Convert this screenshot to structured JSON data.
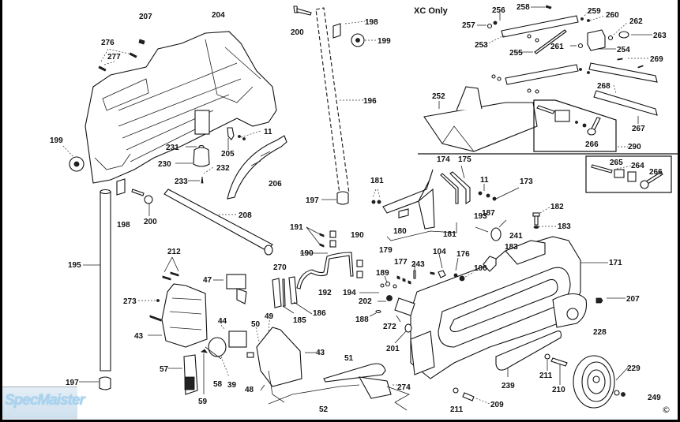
{
  "diagram": {
    "title_note": "XC Only",
    "watermark": "SpecMaister",
    "copyright_symbol": "©",
    "labels": [
      {
        "id": "207a",
        "text": "207"
      },
      {
        "id": "204",
        "text": "204"
      },
      {
        "id": "276",
        "text": "276"
      },
      {
        "id": "277",
        "text": "277"
      },
      {
        "id": "199a",
        "text": "199"
      },
      {
        "id": "11a",
        "text": "11"
      },
      {
        "id": "205",
        "text": "205"
      },
      {
        "id": "231",
        "text": "231"
      },
      {
        "id": "230",
        "text": "230"
      },
      {
        "id": "232",
        "text": "232"
      },
      {
        "id": "233",
        "text": "233"
      },
      {
        "id": "206",
        "text": "206"
      },
      {
        "id": "200a",
        "text": "200"
      },
      {
        "id": "198a",
        "text": "198"
      },
      {
        "id": "199b",
        "text": "199"
      },
      {
        "id": "196",
        "text": "196"
      },
      {
        "id": "197a",
        "text": "197"
      },
      {
        "id": "198b",
        "text": "198"
      },
      {
        "id": "200b",
        "text": "200"
      },
      {
        "id": "208",
        "text": "208"
      },
      {
        "id": "195",
        "text": "195"
      },
      {
        "id": "212",
        "text": "212"
      },
      {
        "id": "47",
        "text": "47"
      },
      {
        "id": "273",
        "text": "273"
      },
      {
        "id": "43a",
        "text": "43"
      },
      {
        "id": "44",
        "text": "44"
      },
      {
        "id": "50",
        "text": "50"
      },
      {
        "id": "49",
        "text": "49"
      },
      {
        "id": "57",
        "text": "57"
      },
      {
        "id": "58",
        "text": "58"
      },
      {
        "id": "39",
        "text": "39"
      },
      {
        "id": "48",
        "text": "48"
      },
      {
        "id": "59",
        "text": "59"
      },
      {
        "id": "197b",
        "text": "197"
      },
      {
        "id": "43b",
        "text": "43"
      },
      {
        "id": "51",
        "text": "51"
      },
      {
        "id": "52",
        "text": "52"
      },
      {
        "id": "274",
        "text": "274"
      },
      {
        "id": "191",
        "text": "191"
      },
      {
        "id": "190a",
        "text": "190"
      },
      {
        "id": "190b",
        "text": "190"
      },
      {
        "id": "270",
        "text": "270"
      },
      {
        "id": "192",
        "text": "192"
      },
      {
        "id": "185",
        "text": "185"
      },
      {
        "id": "186",
        "text": "186"
      },
      {
        "id": "181a",
        "text": "181"
      },
      {
        "id": "174",
        "text": "174"
      },
      {
        "id": "175",
        "text": "175"
      },
      {
        "id": "11b",
        "text": "11"
      },
      {
        "id": "173",
        "text": "173"
      },
      {
        "id": "180",
        "text": "180"
      },
      {
        "id": "181b",
        "text": "181"
      },
      {
        "id": "179",
        "text": "179"
      },
      {
        "id": "193",
        "text": "193"
      },
      {
        "id": "187",
        "text": "187"
      },
      {
        "id": "182",
        "text": "182"
      },
      {
        "id": "183a",
        "text": "183"
      },
      {
        "id": "241",
        "text": "241"
      },
      {
        "id": "183b",
        "text": "183"
      },
      {
        "id": "171",
        "text": "171"
      },
      {
        "id": "177",
        "text": "177"
      },
      {
        "id": "243",
        "text": "243"
      },
      {
        "id": "104",
        "text": "104"
      },
      {
        "id": "176",
        "text": "176"
      },
      {
        "id": "106",
        "text": "106"
      },
      {
        "id": "189",
        "text": "189"
      },
      {
        "id": "194",
        "text": "194"
      },
      {
        "id": "202",
        "text": "202"
      },
      {
        "id": "188",
        "text": "188"
      },
      {
        "id": "272",
        "text": "272"
      },
      {
        "id": "201",
        "text": "201"
      },
      {
        "id": "207b",
        "text": "207"
      },
      {
        "id": "228",
        "text": "228"
      },
      {
        "id": "239",
        "text": "239"
      },
      {
        "id": "211a",
        "text": "211"
      },
      {
        "id": "210",
        "text": "210"
      },
      {
        "id": "229",
        "text": "229"
      },
      {
        "id": "249",
        "text": "249"
      },
      {
        "id": "211b",
        "text": "211"
      },
      {
        "id": "209",
        "text": "209"
      },
      {
        "id": "256",
        "text": "256"
      },
      {
        "id": "258",
        "text": "258"
      },
      {
        "id": "259",
        "text": "259"
      },
      {
        "id": "260",
        "text": "260"
      },
      {
        "id": "262",
        "text": "262"
      },
      {
        "id": "257",
        "text": "257"
      },
      {
        "id": "263",
        "text": "263"
      },
      {
        "id": "253",
        "text": "253"
      },
      {
        "id": "261",
        "text": "261"
      },
      {
        "id": "254",
        "text": "254"
      },
      {
        "id": "255",
        "text": "255"
      },
      {
        "id": "269",
        "text": "269"
      },
      {
        "id": "252",
        "text": "252"
      },
      {
        "id": "268",
        "text": "268"
      },
      {
        "id": "267",
        "text": "267"
      },
      {
        "id": "266a",
        "text": "266"
      },
      {
        "id": "290",
        "text": "290"
      },
      {
        "id": "265",
        "text": "265"
      },
      {
        "id": "264",
        "text": "264"
      },
      {
        "id": "266b",
        "text": "266"
      }
    ]
  }
}
